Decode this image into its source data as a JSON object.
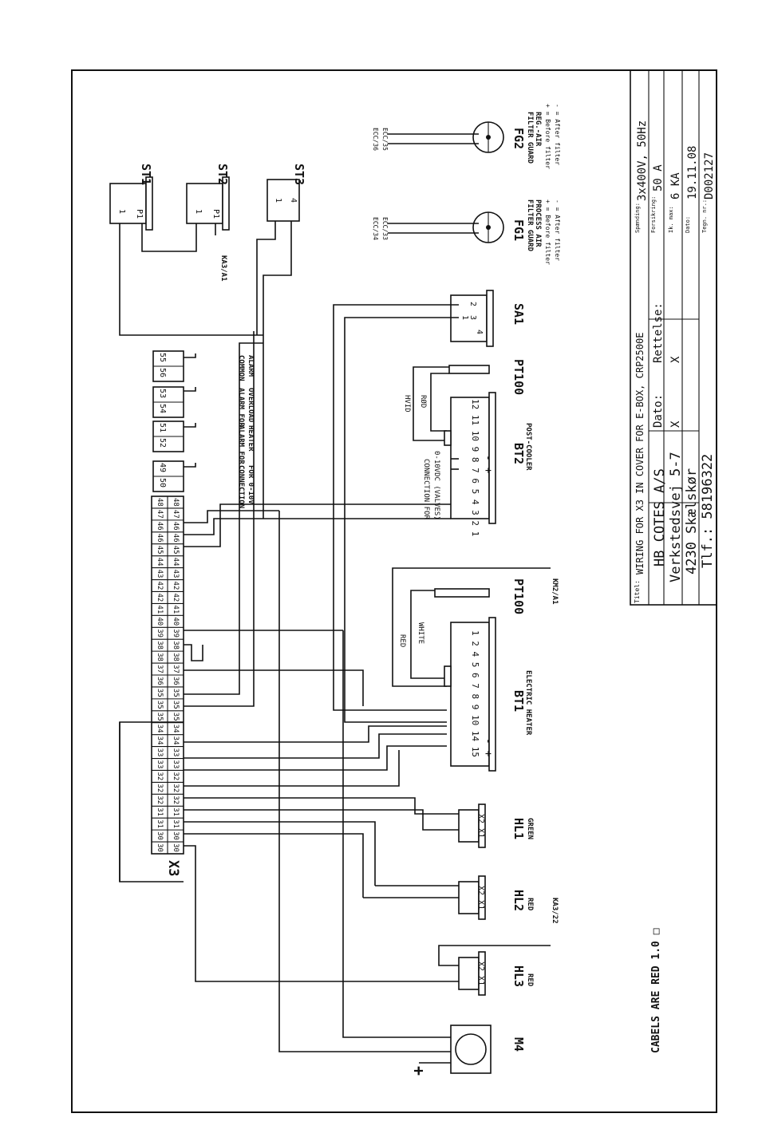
{
  "title_block": {
    "titel_label": "Titel:",
    "title": "WIRING FOR X3 IN COVER FOR E-BOX, CRP2500E",
    "company": "HB COTES A/S",
    "street": "Verkstedsvej 5-7",
    "city": "4230 Skælskør",
    "phone": "Tlf.: 58196322",
    "dato_label": "Dato:",
    "dato_value": "X",
    "rettelse_label": "Rettelse:",
    "rettelse_value": "X",
    "spanding_label": "Spænding:",
    "spanding_value": "3x400V, 50Hz",
    "forsikring_label": "Forsikring:",
    "forsikring_value": "50 A",
    "ik_label": "Ik. max:",
    "ik_value": "6 KA",
    "dato2_label": "Dato:",
    "dato2_value": "19.11.08",
    "tegn_label": "Tegn. nr.:",
    "tegn_value": "D002127"
  },
  "note": "CABELS ARE RED 1.0 □",
  "components": {
    "st1": {
      "label": "ST1",
      "pins": [
        "1",
        "P1"
      ]
    },
    "st2": {
      "label": "ST2",
      "pins": [
        "1",
        "P1"
      ]
    },
    "st3": {
      "label": "ST3",
      "pins": [
        "1",
        "4"
      ]
    },
    "ka3_a1": "KA3/A1",
    "fg1": {
      "label": "FG1",
      "desc1": "FILTER GUARD",
      "desc2": "PROCESS AIR",
      "plus": "+ = Before filter",
      "minus": "- = After filter",
      "wire1": "ECC/34",
      "wire2": "ECC/33"
    },
    "fg2": {
      "label": "FG2",
      "desc1": "FILTER GUARD",
      "desc2": "REG.-AIR",
      "plus": "+ = Before filter",
      "minus": "- = After filter",
      "wire1": "ECC/36",
      "wire2": "ECC/35"
    },
    "sa1": {
      "label": "SA1",
      "pins": [
        "2",
        "1",
        "3",
        "4"
      ]
    },
    "pt100_top": "PT100",
    "pt100_bottom": "PT100",
    "bt2": {
      "label": "BT2",
      "desc": "POST-COOLER",
      "pins": "12 11 10 9 8 7   6 5 4 3 2 1",
      "plusminus": "- +"
    },
    "bt1": {
      "label": "BT1",
      "desc": "ELECTRIC HEATER",
      "pins": "1 2 4 5  6 7  8 9 10 14 15",
      "plusminus": "- +"
    },
    "hvid": "HVID",
    "rod": "RØD",
    "red": "RED",
    "white": "WHITE",
    "km2_a1": "KM2/A1",
    "ka3_22": "KA3/22",
    "hl1": {
      "label": "HL1",
      "color": "GREEN",
      "pins": "X2 X1"
    },
    "hl2": {
      "label": "HL2",
      "color": "RED",
      "pins": "X2 X1"
    },
    "hl3": {
      "label": "HL3",
      "color": "RED",
      "pins": "X2 X1"
    },
    "m4": {
      "label": "M4",
      "symbol": "+"
    },
    "x3": "X3",
    "connection_valves": [
      "CONNECTION FOR",
      "0-10VDC (VALVES)"
    ],
    "connection_0_10": [
      "CONNECTION",
      "FOR 0-10V"
    ],
    "alarm_heater": [
      "ALARM FOR",
      "HEATER"
    ],
    "alarm_overload": [
      "ALARM FOR",
      "OVERLOAD"
    ],
    "common_alarm": [
      "COMMON",
      "ALARM"
    ]
  },
  "terminals": [
    "30",
    "30",
    "31",
    "31",
    "32",
    "32",
    "32",
    "33",
    "33",
    "34",
    "34",
    "35",
    "35",
    "35",
    "36",
    "37",
    "38",
    "38",
    "39",
    "40",
    "41",
    "42",
    "42",
    "43",
    "44",
    "45",
    "46",
    "46",
    "47",
    "48"
  ],
  "aux_terminals": [
    {
      "a": "49",
      "b": "50"
    },
    {
      "a": "51",
      "b": "52"
    },
    {
      "a": "53",
      "b": "54"
    },
    {
      "a": "55",
      "b": "56"
    }
  ]
}
